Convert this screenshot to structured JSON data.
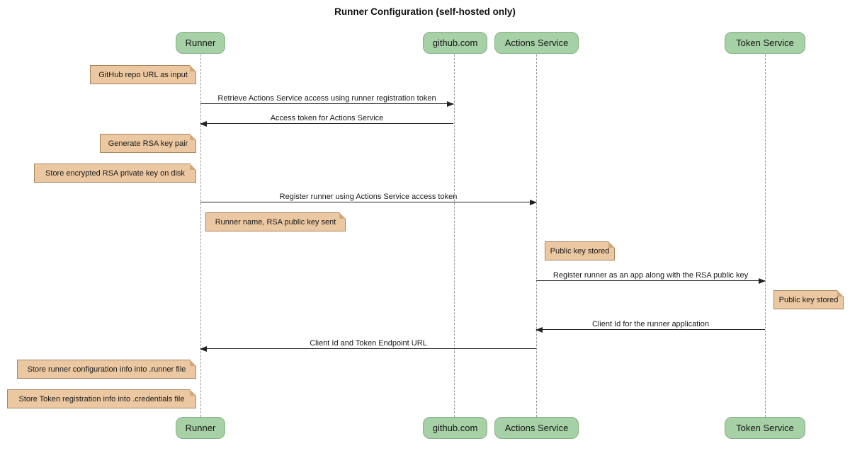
{
  "title": "Runner Configuration (self-hosted only)",
  "participants": [
    {
      "label": "Runner"
    },
    {
      "label": "github.com"
    },
    {
      "label": "Actions Service"
    },
    {
      "label": "Token Service"
    }
  ],
  "messages": [
    {
      "text": "Retrieve Actions Service access using runner registration token",
      "from": "Runner",
      "to": "github.com",
      "direction": "right"
    },
    {
      "text": "Access token for Actions Service",
      "from": "github.com",
      "to": "Runner",
      "direction": "left"
    },
    {
      "text": "Register runner using Actions Service access token",
      "from": "Runner",
      "to": "Actions Service",
      "direction": "right"
    },
    {
      "text": "Register runner as an app along with the RSA public key",
      "from": "Actions Service",
      "to": "Token Service",
      "direction": "right"
    },
    {
      "text": "Client Id for the runner application",
      "from": "Token Service",
      "to": "Actions Service",
      "direction": "left"
    },
    {
      "text": "Client Id and Token Endpoint URL",
      "from": "Actions Service",
      "to": "Runner",
      "direction": "left"
    }
  ],
  "notes": [
    {
      "text": "GitHub repo URL as input",
      "position": "left of Runner"
    },
    {
      "text": "Generate RSA key pair",
      "position": "left of Runner"
    },
    {
      "text": "Store encrypted RSA private key on disk",
      "position": "left of Runner"
    },
    {
      "text": "Runner name, RSA public key sent",
      "position": "right of Runner"
    },
    {
      "text": "Public key stored",
      "position": "right of Actions Service"
    },
    {
      "text": "Public key stored",
      "position": "right of Token Service"
    },
    {
      "text": "Store runner configuration info into .runner file",
      "position": "left of Runner"
    },
    {
      "text": "Store Token registration info into .credentials file",
      "position": "left of Runner"
    }
  ],
  "colors": {
    "participant_fill": "#a6d0a6",
    "participant_border": "#84b284",
    "note_fill": "#ebc8a1",
    "note_border": "#a8855c",
    "message_line": "#222222",
    "lifeline": "#9a9a9a"
  }
}
